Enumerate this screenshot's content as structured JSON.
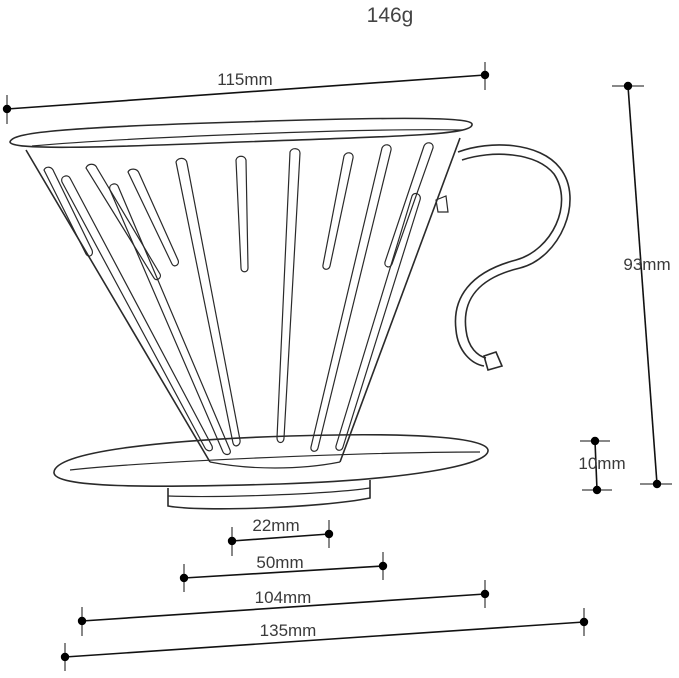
{
  "product": {
    "weight": "146g"
  },
  "dimensions": {
    "top_width": "115mm",
    "height": "93mm",
    "base_height": "10mm",
    "hole_diameter": "22mm",
    "bottom_diameter": "50mm",
    "plate_inner": "104mm",
    "plate_outer": "135mm"
  },
  "colors": {
    "outline": "#2a2a2a",
    "text": "#3a3a3a"
  }
}
